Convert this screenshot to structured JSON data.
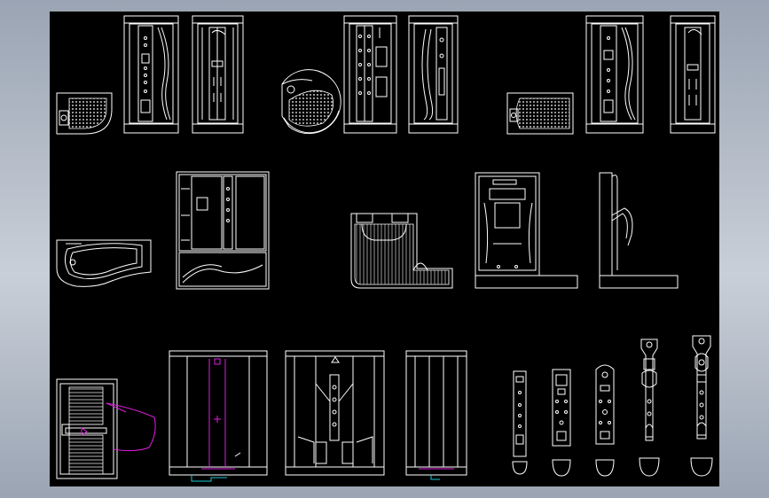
{
  "viewport": {
    "background": "#000000",
    "desktop_gradient": [
      "#9aa4b3",
      "#c9cfd8"
    ],
    "line_colors": {
      "primary": "#ffffff",
      "accent": "#e01ee0",
      "secondary": "#19c9d6"
    }
  },
  "drawings": {
    "row1": [
      "shower-tray-plan-a",
      "shower-cabin-front-a",
      "shower-cabin-back-a",
      "round-tray-plan",
      "shower-cabin-front-b",
      "shower-cabin-back-b",
      "shower-tray-plan-b",
      "shower-cabin-front-c",
      "shower-cabin-back-c"
    ],
    "row2": [
      "bathtub-plan",
      "steam-room-elevation",
      "steam-room-plan",
      "sauna-front-elevation",
      "sauna-side-elevation"
    ],
    "row3": [
      "enclosure-plan",
      "enclosure-front-a",
      "enclosure-front-b",
      "enclosure-front-c",
      "shower-panel-1",
      "shower-panel-2",
      "shower-panel-3",
      "shower-panel-4",
      "shower-panel-5"
    ]
  }
}
